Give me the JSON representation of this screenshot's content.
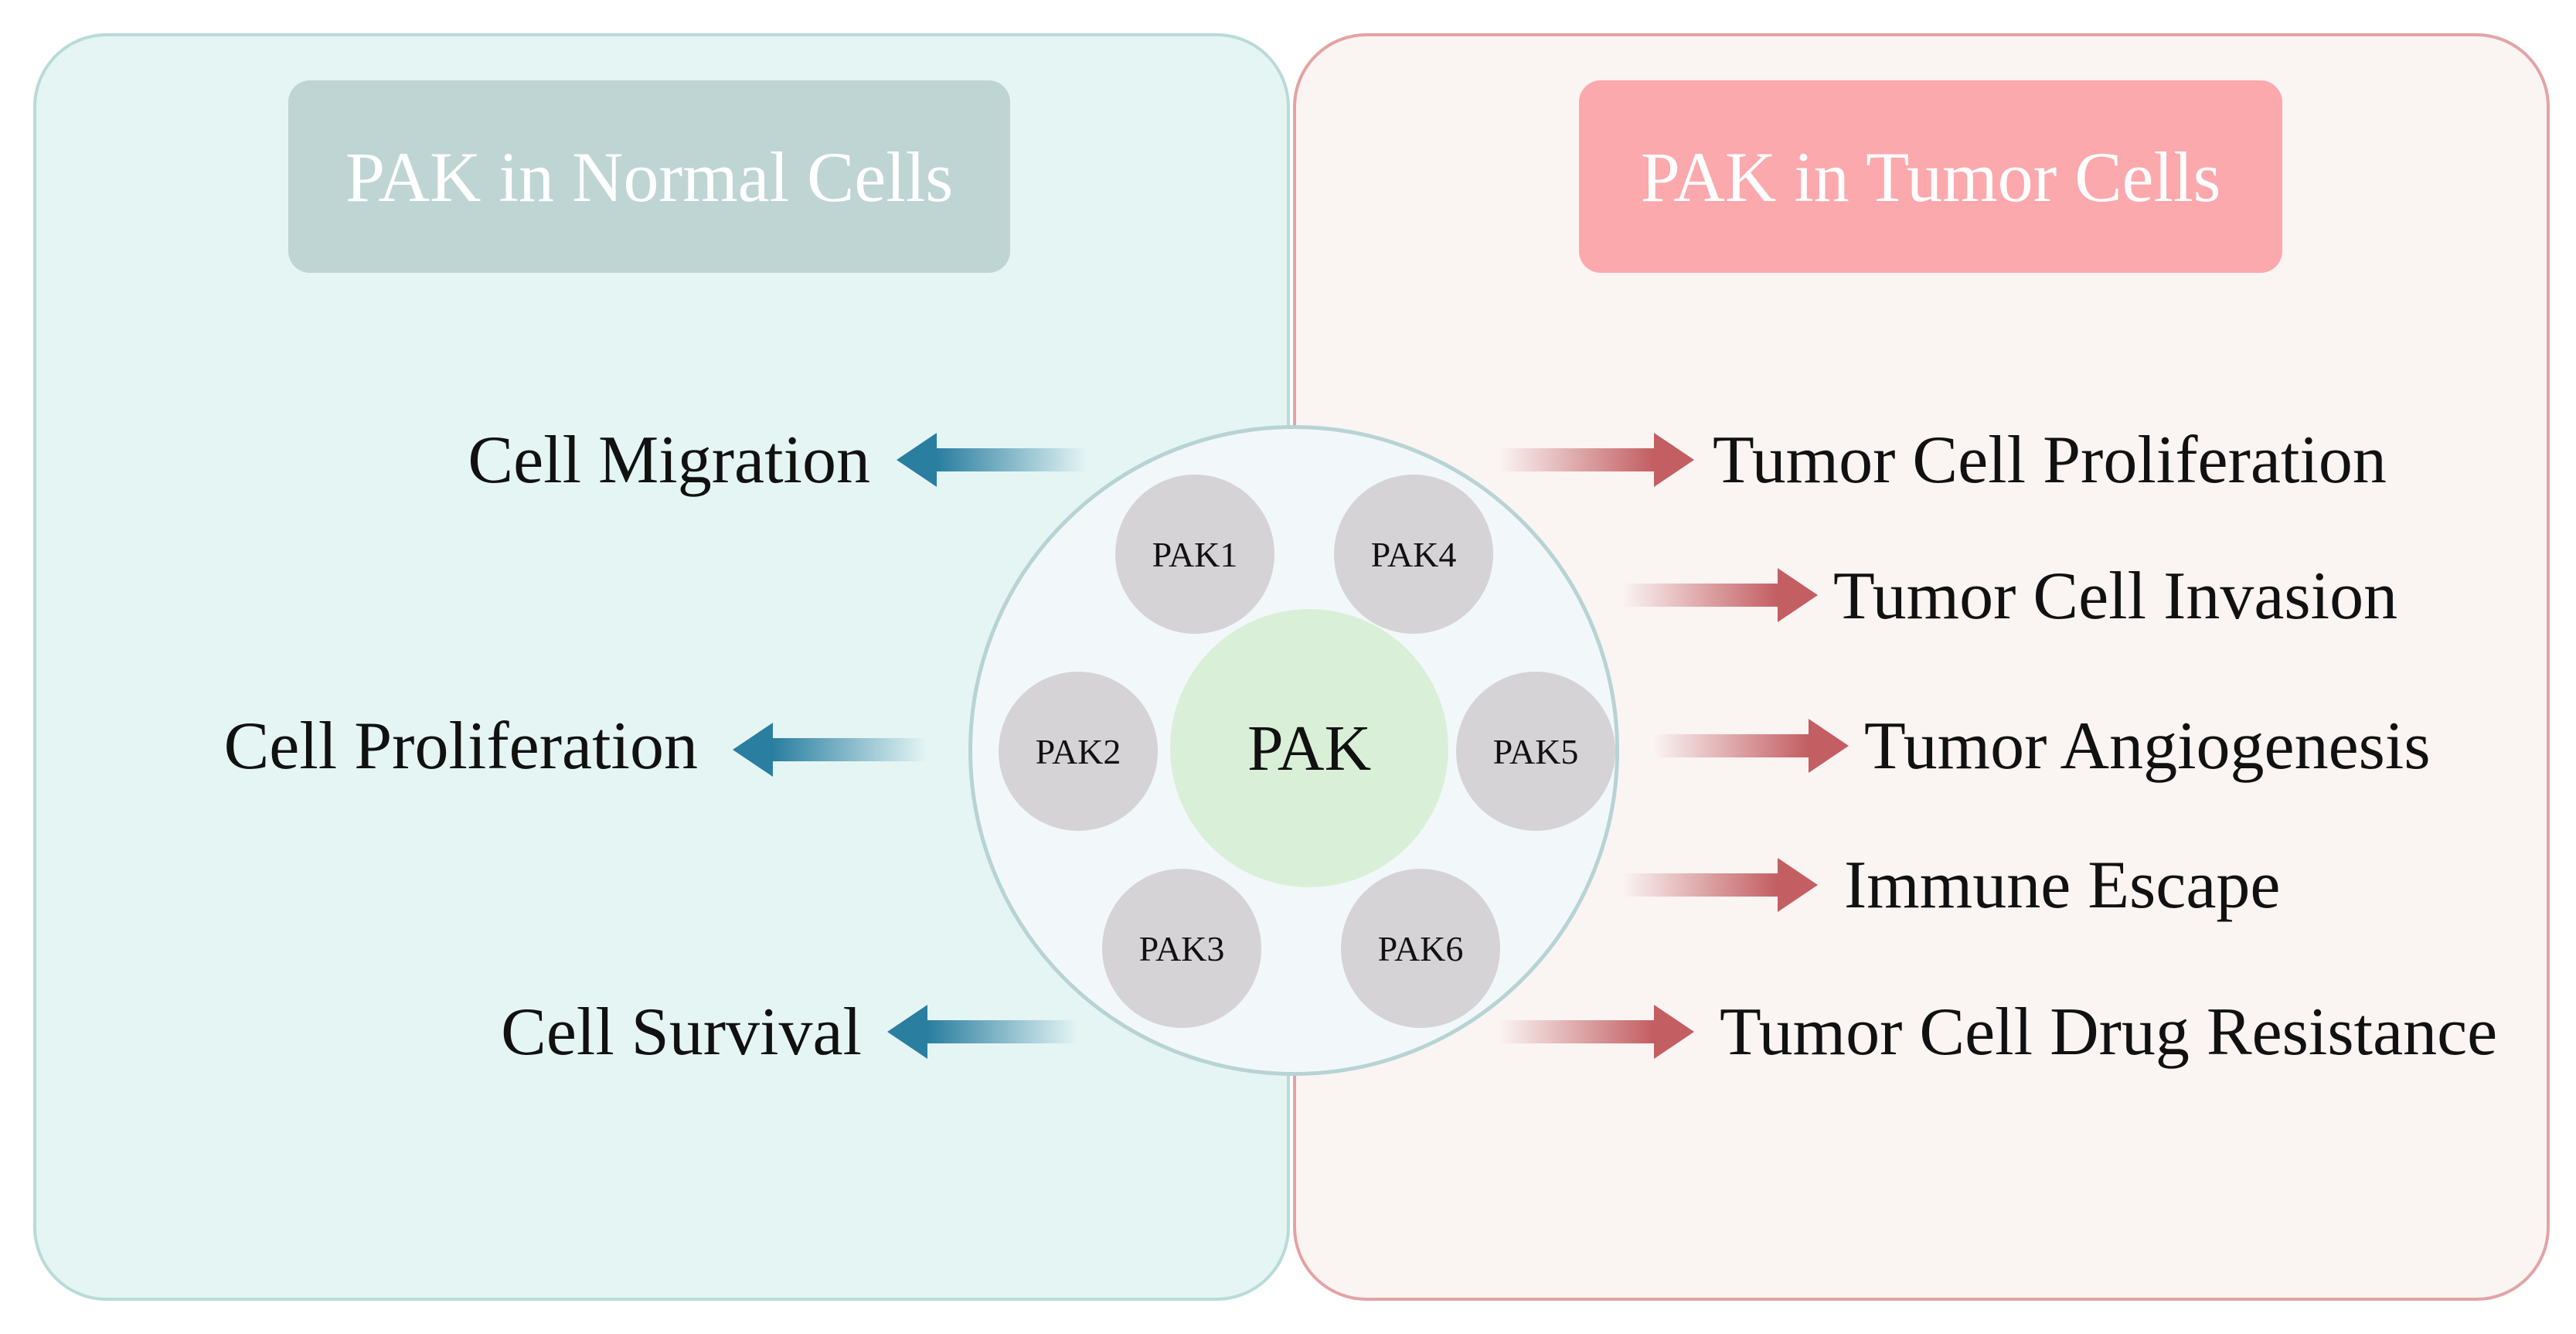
{
  "left_panel": {
    "title": "PAK in Normal Cells",
    "functions": [
      "Cell Migration",
      "Cell Proliferation",
      "Cell Survival"
    ],
    "arrow_color": "#2a7ea0",
    "background": "#e5f5f4"
  },
  "right_panel": {
    "title": "PAK in Tumor Cells",
    "functions": [
      "Tumor Cell Proliferation",
      "Tumor Cell Invasion",
      "Tumor Angiogenesis",
      "Immune Escape",
      "Tumor Cell Drug Resistance"
    ],
    "arrow_color": "#c35e62",
    "background": "#faf4f3"
  },
  "hub": {
    "center_label": "PAK",
    "isoforms": [
      "PAK1",
      "PAK4",
      "PAK2",
      "PAK5",
      "PAK3",
      "PAK6"
    ]
  }
}
